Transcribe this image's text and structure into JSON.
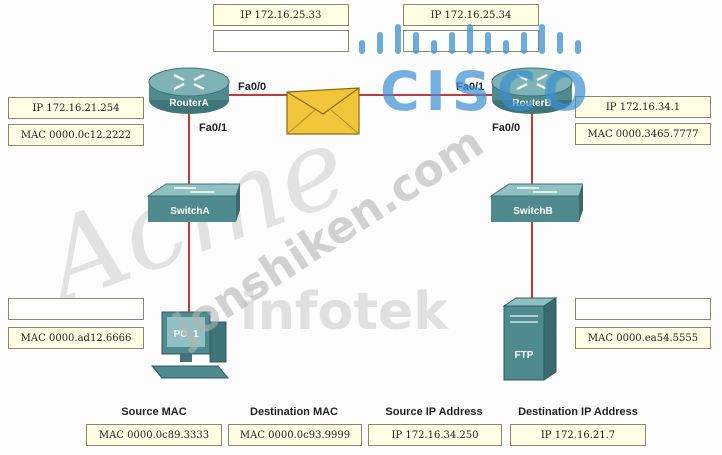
{
  "routerA": {
    "name": "RouterA",
    "top_ip": "IP 172.16.25.33",
    "top_blank": "",
    "left_ip": "IP 172.16.21.254",
    "left_mac": "MAC 0000.0c12.2222",
    "iface_up": "Fa0/0",
    "iface_down": "Fa0/1"
  },
  "routerB": {
    "name": "RouterB",
    "top_ip": "IP 172.16.25.34",
    "top_blank": "",
    "right_ip": "IP 172.16.34.1",
    "right_mac": "MAC 0000.3465.7777",
    "iface_up": "Fa0/1",
    "iface_down": "Fa0/0"
  },
  "switchA": {
    "name": "SwitchA"
  },
  "switchB": {
    "name": "SwitchB"
  },
  "pc": {
    "name": "PC_1",
    "ip_blank": "",
    "mac": "MAC 0000.ad12.6666"
  },
  "ftp": {
    "name": "FTP",
    "ip_blank": "",
    "mac": "MAC 0000.ea54.5555"
  },
  "frame": {
    "source_mac_label": "Source MAC",
    "dest_mac_label": "Destination MAC",
    "source_ip_label": "Source IP Address",
    "dest_ip_label": "Destination IP Address",
    "source_mac": "MAC 0000.0c89.3333",
    "dest_mac": "MAC 0000.0c93.9999",
    "source_ip": "IP 172.16.34.250",
    "dest_ip": "IP 172.16.21.7"
  },
  "watermarks": {
    "cisco": "CISCO",
    "site": "jonshiken.com",
    "infotek": "infotek",
    "acme": "Acme"
  },
  "colors": {
    "wire": "#c23b3b",
    "device": "#4f8a8e",
    "envelope": "#f2c63a"
  }
}
